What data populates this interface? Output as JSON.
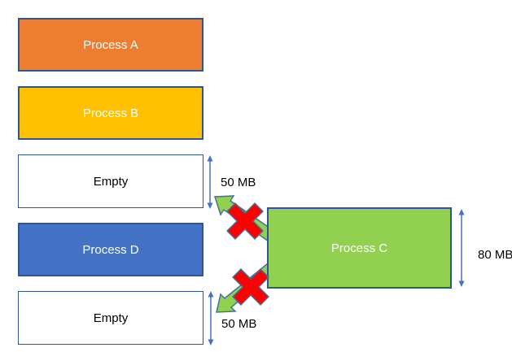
{
  "memory_column": {
    "blocks": [
      {
        "name": "Process A",
        "fill": "#ED7D31",
        "text": "#FFFFFF"
      },
      {
        "name": "Process B",
        "fill": "#FFC000",
        "text": "#FFFFFF"
      },
      {
        "name": "Empty",
        "fill": "#FFFFFF",
        "text": "#000000"
      },
      {
        "name": "Process D",
        "fill": "#4472C4",
        "text": "#FFFFFF"
      },
      {
        "name": "Empty",
        "fill": "#FFFFFF",
        "text": "#000000"
      }
    ]
  },
  "incoming_process": {
    "name": "Process C",
    "fill": "#92D050",
    "text": "#FFFFFF",
    "size": "80 MB"
  },
  "measurements": {
    "empty_top": "50 MB",
    "empty_bottom": "50 MB",
    "process_c": "80 MB"
  },
  "colors": {
    "block_border": "#2F5597",
    "dimension_arrow": "#4472C4",
    "move_arrow_fill": "#92D050",
    "move_arrow_stroke": "#41719C",
    "blocked_x_fill": "#FF0000",
    "blocked_x_stroke": "#41719C"
  }
}
